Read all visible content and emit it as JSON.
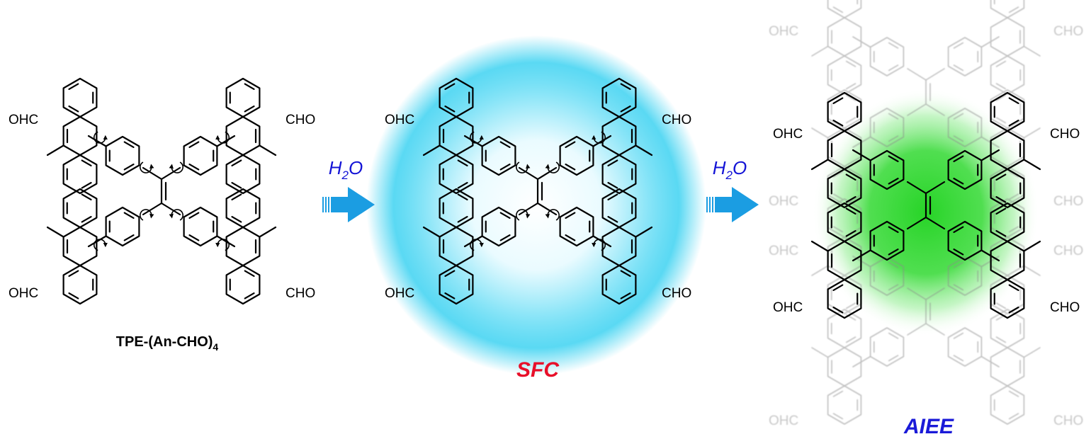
{
  "compound": {
    "name": "TPE-(An-CHO)",
    "subscript": "4",
    "substituent": {
      "left": "OHC",
      "right": "CHO"
    }
  },
  "steps": [
    {
      "reagent_main": "H",
      "reagent_sub": "2",
      "reagent_tail": "O"
    },
    {
      "reagent_main": "H",
      "reagent_sub": "2",
      "reagent_tail": "O"
    }
  ],
  "states": [
    {
      "label": "SFC",
      "color": "#e8102a",
      "glow": "#29c9ec"
    },
    {
      "label": "AIEE",
      "color": "#1a1ad8",
      "glow": "#2fd92f"
    }
  ],
  "arrow_color": "#1b9de2"
}
